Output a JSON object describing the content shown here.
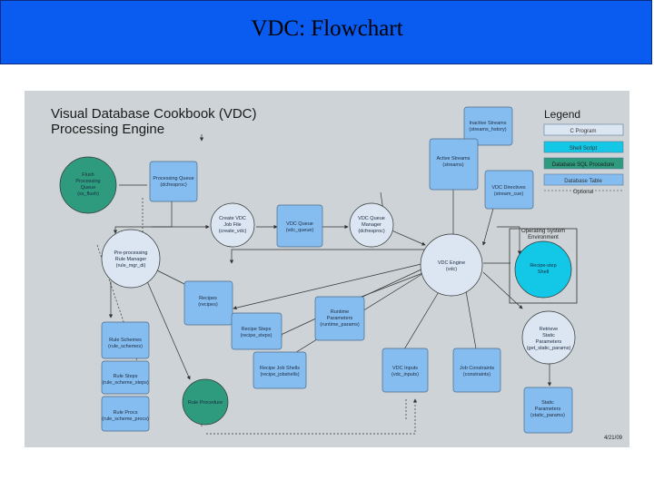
{
  "slide": {
    "title": "VDC: Flowchart"
  },
  "diagram": {
    "title_line1": "Visual Database Cookbook (VDC)",
    "title_line2": "Processing Engine",
    "date": "4/21/09",
    "legend": {
      "title": "Legend",
      "items": [
        "C Program",
        "Shell Script",
        "Database SQL Procedure",
        "Database Table",
        "Optional"
      ]
    },
    "env_label": [
      "Operating System",
      "Environment"
    ],
    "nodes": {
      "flush_queue": [
        "Flush",
        "Processing",
        "Queue",
        "(ss_flush)"
      ],
      "processing_queue": [
        "Processing Queue",
        "(dcfresproc)"
      ],
      "inactive_streams": [
        "Inactive Streams",
        "(streams_hstory)"
      ],
      "active_streams": [
        "Active Streams",
        "(streams)"
      ],
      "vdc_directives": [
        "VDC Directives",
        "(stream_cue)"
      ],
      "create_job_file": [
        "Create VDC",
        "Job File",
        "(create_vdc)"
      ],
      "vdc_queue": [
        "VDC Queue",
        "(vdc_queue)"
      ],
      "vdc_queue_manager": [
        "VDC Queue",
        "Manager",
        "(dcfresproc)"
      ],
      "preprocessing_manager": [
        "Pre-processing",
        "Rule Manager",
        "(rule_mgr_di)"
      ],
      "vdc_engine": [
        "VDC Engine",
        "(vdc)"
      ],
      "recipe_step": [
        "Recipe-step",
        "Shell"
      ],
      "recipes": [
        "Recipes",
        "(recipes)"
      ],
      "runtime_params": [
        "Runtime",
        "Parameters",
        "(runtime_params)"
      ],
      "recipe_steps": [
        "Recipe Steps",
        "(recipe_steps)"
      ],
      "recipe_job_shells": [
        "Recipe Job Shells",
        "(recipe_jobshells)"
      ],
      "rule_schemes": [
        "Rule Schemes",
        "(rule_schemes)"
      ],
      "rule_steps": [
        "Rule Steps",
        "(rule_scheme_steps)"
      ],
      "rule_procs": [
        "Rule Procs",
        "(rule_scheme_procs)"
      ],
      "rule_procedure": [
        "Rule Procedure"
      ],
      "vdc_inputs": [
        "VDC Inputs",
        "(vdc_inputs)"
      ],
      "job_constraints": [
        "Job Constraints",
        "(constraints)"
      ],
      "retrieve_static": [
        "Retrieve",
        "Static",
        "Parameters",
        "(get_static_params)"
      ],
      "static_params": [
        "Static",
        "Parameters",
        "(static_params)"
      ]
    }
  },
  "colors": {
    "header": "#0a5cf0",
    "diagram_bg": "#cdd3d6",
    "table": "#86bdf0",
    "process": "#dce6f2",
    "sql_proc": "#2e9a7e",
    "shell": "#12c8e6"
  }
}
